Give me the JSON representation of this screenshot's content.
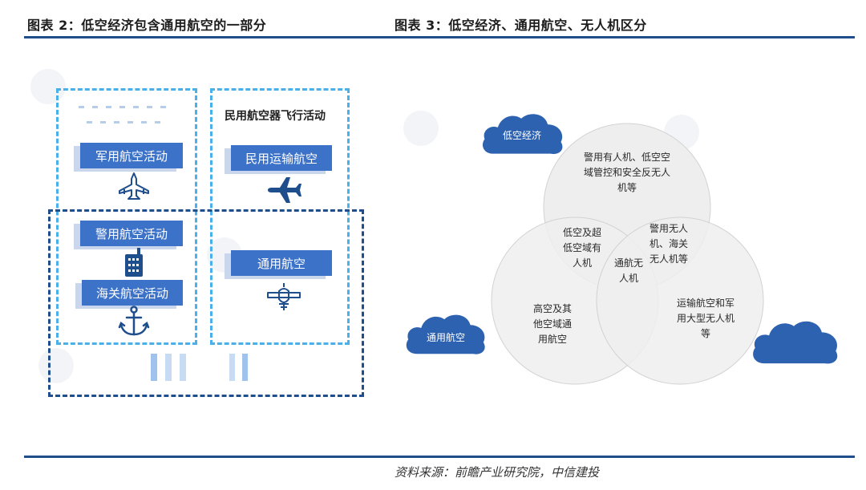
{
  "titles": {
    "left": "图表 2：低空经济包含通用航空的一部分",
    "right": "图表 3：低空经济、通用航空、无人机区分"
  },
  "left_diagram": {
    "civil_heading": "民用航空器飞行活动",
    "labels": {
      "military": "军用航空活动",
      "civil_transport": "民用运输航空",
      "police": "警用航空活动",
      "general": "通用航空",
      "customs": "海关航空活动"
    },
    "icons": {
      "military": "fighter-jet-icon",
      "civil_transport": "airliner-icon",
      "police": "radio-walkie-talkie-icon",
      "general": "light-aircraft-icon",
      "customs": "anchor-icon"
    },
    "colors": {
      "dashed_light": "#4ab0ea",
      "dashed_navy": "#1f4e8c",
      "label_fill": "#3d72c9"
    }
  },
  "right_diagram": {
    "clouds": {
      "low_altitude": "低空经济",
      "general_aviation": "通用航空",
      "drone": ""
    },
    "regions": {
      "top_line1": "警用有人机、低空空",
      "top_line2": "域管控和安全反无人",
      "top_line3": "机等",
      "left_overlap_line1": "低空及超",
      "left_overlap_line2": "低空域有",
      "left_overlap_line3": "人机",
      "right_overlap_line1": "警用无人",
      "right_overlap_line2": "机、海关",
      "right_overlap_line3": "无人机等",
      "center_line1": "通航无",
      "center_line2": "人机",
      "left_line1": "高空及其",
      "left_line2": "他空域通",
      "left_line3": "用航空",
      "right_line1": "运输航空和军",
      "right_line2": "用大型无人机",
      "right_line3": "等"
    },
    "colors": {
      "circle_fill": "#eeeeee",
      "circle_stroke": "#d2d2d2",
      "cloud": "#2d62b0"
    }
  },
  "source": "资料来源：前瞻产业研究院，中信建投"
}
